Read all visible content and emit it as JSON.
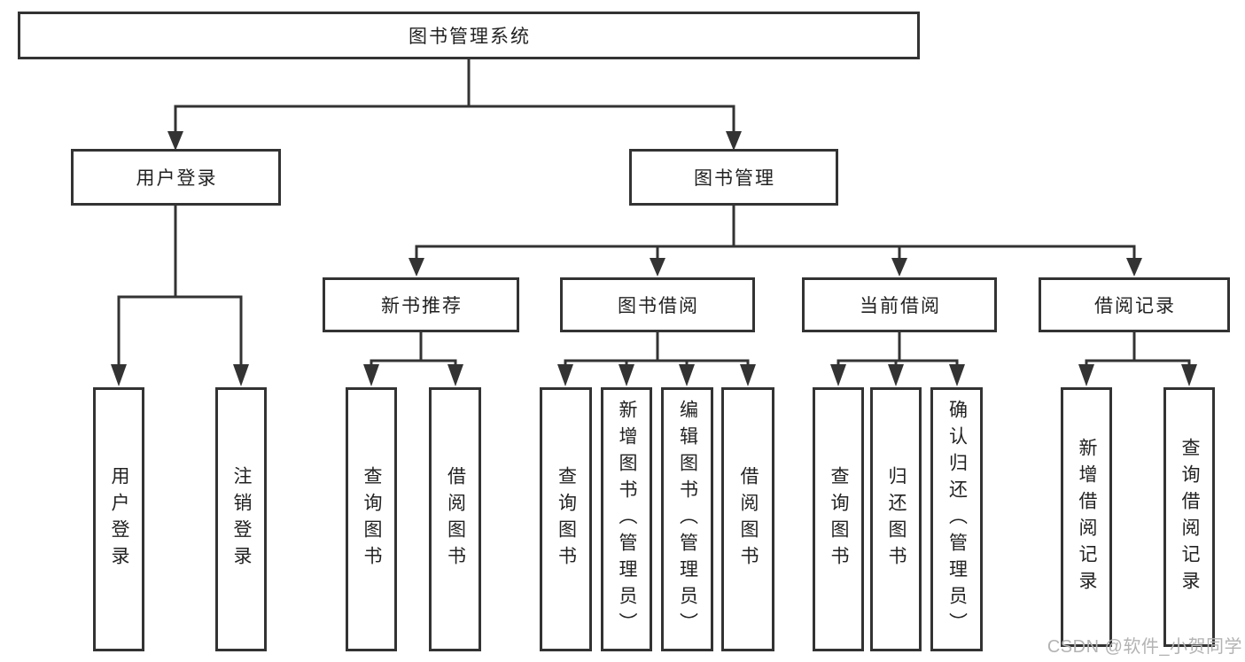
{
  "diagram_title": "图书管理系统",
  "nodes": {
    "root": "图书管理系统",
    "user_login": "用户登录",
    "book_management": "图书管理",
    "new_book_recommend": "新书推荐",
    "book_borrow": "图书借阅",
    "current_borrow": "当前借阅",
    "borrow_records": "借阅记录",
    "leaf_user_login": "用户登录",
    "leaf_logout": "注销登录",
    "leaf_nb_query_books": "查询图书",
    "leaf_nb_borrow_books": "借阅图书",
    "leaf_bb_query_books": "查询图书",
    "leaf_bb_add_books": "新增图书（管理员）",
    "leaf_bb_edit_books": "编辑图书（管理员）",
    "leaf_bb_borrow_books": "借阅图书",
    "leaf_cb_query_books": "查询图书",
    "leaf_cb_return_books": "归还图书",
    "leaf_cb_confirm_return": "确认归还（管理员）",
    "leaf_br_add_record": "新增借阅记录",
    "leaf_br_query_record": "查询借阅记录"
  },
  "hierarchy": {
    "root": [
      "user_login",
      "book_management"
    ],
    "user_login": [
      "leaf_user_login",
      "leaf_logout"
    ],
    "book_management": [
      "new_book_recommend",
      "book_borrow",
      "current_borrow",
      "borrow_records"
    ],
    "new_book_recommend": [
      "leaf_nb_query_books",
      "leaf_nb_borrow_books"
    ],
    "book_borrow": [
      "leaf_bb_query_books",
      "leaf_bb_add_books",
      "leaf_bb_edit_books",
      "leaf_bb_borrow_books"
    ],
    "current_borrow": [
      "leaf_cb_query_books",
      "leaf_cb_return_books",
      "leaf_cb_confirm_return"
    ],
    "borrow_records": [
      "leaf_br_add_record",
      "leaf_br_query_record"
    ]
  },
  "watermark": "CSDN @软件_小贺同学",
  "colors": {
    "line": "#333333",
    "text": "#222222",
    "background": "#ffffff",
    "watermark": "#b3b3b3"
  }
}
